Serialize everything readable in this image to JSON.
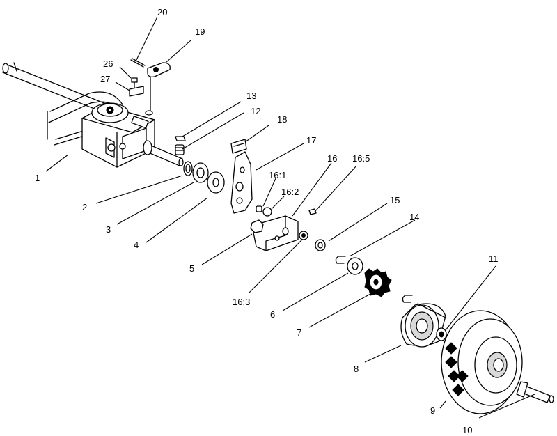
{
  "callouts": [
    {
      "id": "1",
      "label": "1"
    },
    {
      "id": "2",
      "label": "2"
    },
    {
      "id": "3",
      "label": "3"
    },
    {
      "id": "4",
      "label": "4"
    },
    {
      "id": "5",
      "label": "5"
    },
    {
      "id": "6",
      "label": "6"
    },
    {
      "id": "7",
      "label": "7"
    },
    {
      "id": "8",
      "label": "8"
    },
    {
      "id": "9",
      "label": "9"
    },
    {
      "id": "10",
      "label": "10"
    },
    {
      "id": "11",
      "label": "11"
    },
    {
      "id": "12",
      "label": "12"
    },
    {
      "id": "13",
      "label": "13"
    },
    {
      "id": "14",
      "label": "14"
    },
    {
      "id": "15",
      "label": "15"
    },
    {
      "id": "16",
      "label": "16"
    },
    {
      "id": "16:1",
      "label": "16:1"
    },
    {
      "id": "16:2",
      "label": "16:2"
    },
    {
      "id": "16:3",
      "label": "16:3"
    },
    {
      "id": "16:5",
      "label": "16:5"
    },
    {
      "id": "17",
      "label": "17"
    },
    {
      "id": "18",
      "label": "18"
    },
    {
      "id": "19",
      "label": "19"
    },
    {
      "id": "20",
      "label": "20"
    },
    {
      "id": "26",
      "label": "26"
    },
    {
      "id": "27",
      "label": "27"
    }
  ]
}
